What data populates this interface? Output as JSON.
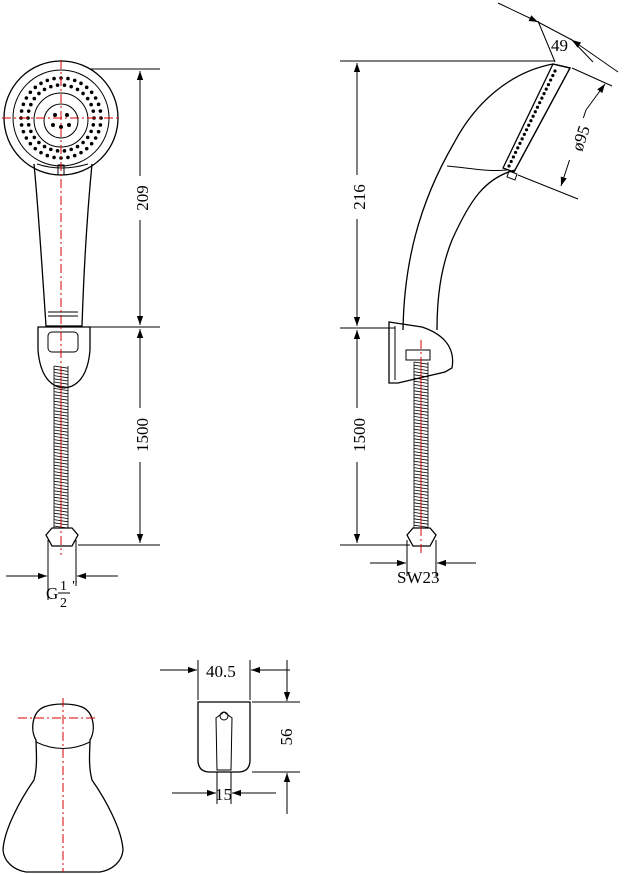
{
  "dimensions": {
    "head_length": "209",
    "hose_length_front": "1500",
    "side_length": "216",
    "hose_length_side": "1500",
    "head_thickness": "49",
    "head_diameter": "ø95",
    "wrench_size": "SW23",
    "thread_prefix": "G",
    "thread_num": "1",
    "thread_den": "2",
    "thread_mark": "\"",
    "bracket_width": "40.5",
    "bracket_height": "56",
    "bracket_slot": "15"
  },
  "colors": {
    "line": "#000000",
    "centerline": "#d40000"
  }
}
